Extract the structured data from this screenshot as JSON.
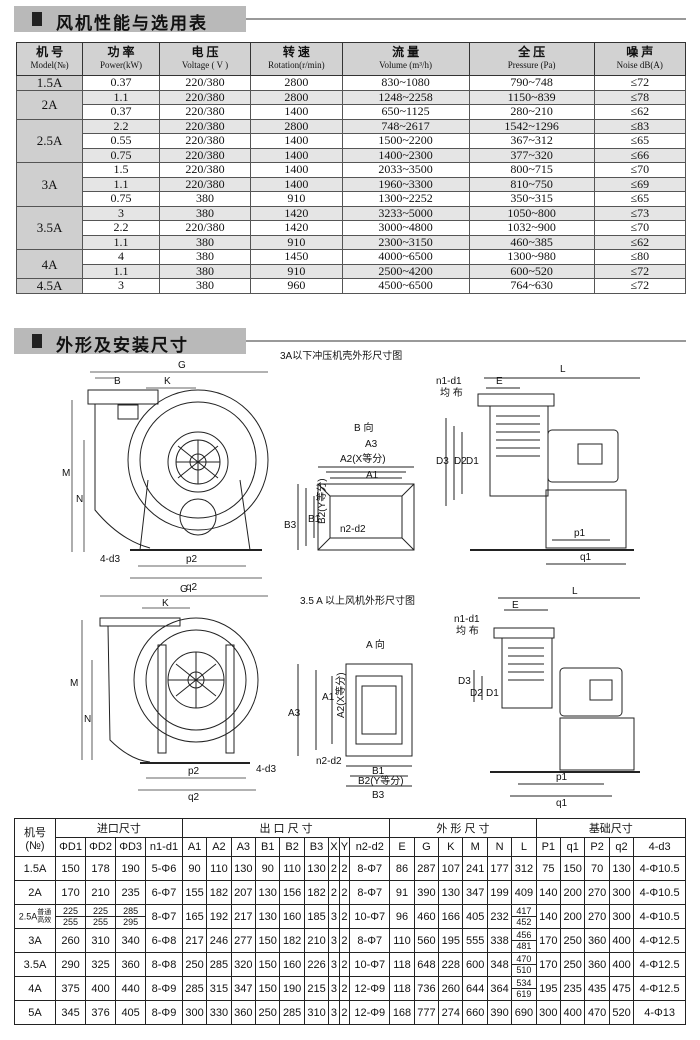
{
  "section1_title": "风机性能与选用表",
  "section2_title": "外形及安装尺寸",
  "perf_headers": [
    {
      "cn": "机 号",
      "en": "Model(№)"
    },
    {
      "cn": "功 率",
      "en": "Power(kW)"
    },
    {
      "cn": "电 压",
      "en": "Voltage ( V )"
    },
    {
      "cn": "转 速",
      "en": "Rotation(r/min)"
    },
    {
      "cn": "流 量",
      "en": "Volume (m³/h)"
    },
    {
      "cn": "全 压",
      "en": "Pressure (Pa)"
    },
    {
      "cn": "噪 声",
      "en": "Noise dB(A)"
    }
  ],
  "perf_groups": [
    {
      "model": "1.5A",
      "rows": [
        [
          "0.37",
          "220/380",
          "2800",
          "830~1080",
          "790~748",
          "≤72"
        ]
      ]
    },
    {
      "model": "2A",
      "rows": [
        [
          "1.1",
          "220/380",
          "2800",
          "1248~2258",
          "1150~839",
          "≤78"
        ],
        [
          "0.37",
          "220/380",
          "1400",
          "650~1125",
          "280~210",
          "≤62"
        ]
      ]
    },
    {
      "model": "2.5A",
      "rows": [
        [
          "2.2",
          "220/380",
          "2800",
          "748~2617",
          "1542~1296",
          "≤83"
        ],
        [
          "0.55",
          "220/380",
          "1400",
          "1500~2200",
          "367~312",
          "≤65"
        ],
        [
          "0.75",
          "220/380",
          "1400",
          "1400~2300",
          "377~320",
          "≤66"
        ]
      ]
    },
    {
      "model": "3A",
      "rows": [
        [
          "1.5",
          "220/380",
          "1400",
          "2033~3500",
          "800~715",
          "≤70"
        ],
        [
          "1.1",
          "220/380",
          "1400",
          "1960~3300",
          "810~750",
          "≤69"
        ],
        [
          "0.75",
          "380",
          "910",
          "1300~2252",
          "350~315",
          "≤65"
        ]
      ]
    },
    {
      "model": "3.5A",
      "rows": [
        [
          "3",
          "380",
          "1420",
          "3233~5000",
          "1050~800",
          "≤73"
        ],
        [
          "2.2",
          "220/380",
          "1420",
          "3000~4800",
          "1032~900",
          "≤70"
        ],
        [
          "1.1",
          "380",
          "910",
          "2300~3150",
          "460~385",
          "≤62"
        ]
      ]
    },
    {
      "model": "4A",
      "rows": [
        [
          "4",
          "380",
          "1450",
          "4000~6500",
          "1300~980",
          "≤80"
        ],
        [
          "1.1",
          "380",
          "910",
          "2500~4200",
          "600~520",
          "≤72"
        ]
      ]
    },
    {
      "model": "4.5A",
      "rows": [
        [
          "3",
          "380",
          "960",
          "4500~6500",
          "764~630",
          "≤72"
        ]
      ]
    }
  ],
  "drawing_labels": {
    "caption_top": "3A以下冲压机壳外形尺寸图",
    "caption_bottom": "3.5 A 以上风机外形尺寸图",
    "view_b": "B 向",
    "view_a": "A 向",
    "equal_b2": "B2(Y等分)",
    "equal_a2": "A2(X等分)",
    "equal_a2_top": "A2(X等分)",
    "equal_b2_bot": "B2(Y等分)",
    "n1d1": "n1-d1",
    "junbu": "均 布",
    "n2d2": "n2-d2",
    "four_d3": "4-d3",
    "G": "G",
    "K": "K",
    "B": "B",
    "M": "M",
    "N": "N",
    "p2": "p2",
    "q2": "q2",
    "L": "L",
    "E": "E",
    "D3": "D3",
    "D2": "D2",
    "D1": "D1",
    "p1": "p1",
    "q1": "q1",
    "A1": "A1",
    "A2": "A2",
    "A3": "A3",
    "B1": "B1",
    "B2": "B2",
    "B3": "B3"
  },
  "dims_header_groups": {
    "model_cn": "机号",
    "model_no": "(№)",
    "inlet": "进口尺寸",
    "outlet": "出 口 尺 寸",
    "outline": "外 形 尺 寸",
    "base": "基础尺寸"
  },
  "dims_cols": [
    "ΦD1",
    "ΦD2",
    "ΦD3",
    "n1-d1",
    "A1",
    "A2",
    "A3",
    "B1",
    "B2",
    "B3",
    "X",
    "Y",
    "n2-d2",
    "E",
    "G",
    "K",
    "M",
    "N",
    "L",
    "P1",
    "q1",
    "P2",
    "q2",
    "4-d3"
  ],
  "dims_rows": [
    {
      "model": "1.5A",
      "cells": [
        "150",
        "178",
        "190",
        "5-Φ6",
        "90",
        "110",
        "130",
        "90",
        "110",
        "130",
        "2",
        "2",
        "8-Φ7",
        "86",
        "287",
        "107",
        "241",
        "177",
        "312",
        "75",
        "150",
        "70",
        "130",
        "4-Φ10.5"
      ]
    },
    {
      "model": "2A",
      "cells": [
        "170",
        "210",
        "235",
        "6-Φ7",
        "155",
        "182",
        "207",
        "130",
        "156",
        "182",
        "2",
        "2",
        "8-Φ7",
        "91",
        "390",
        "130",
        "347",
        "199",
        "409",
        "140",
        "200",
        "270",
        "300",
        "4-Φ10.5"
      ]
    },
    {
      "model": "2.5A",
      "model_sub": [
        "普通",
        "高效"
      ],
      "cells": [
        [
          "225",
          "255"
        ],
        [
          "225",
          "255"
        ],
        [
          "285",
          "295"
        ],
        "8-Φ7",
        "165",
        "192",
        "217",
        "130",
        "160",
        "185",
        "3",
        "2",
        "10-Φ7",
        "96",
        "460",
        "166",
        "405",
        "232",
        [
          "417",
          "452"
        ],
        "140",
        "200",
        "270",
        "300",
        "4-Φ10.5"
      ]
    },
    {
      "model": "3A",
      "cells": [
        "260",
        "310",
        "340",
        "6-Φ8",
        "217",
        "246",
        "277",
        "150",
        "182",
        "210",
        "3",
        "2",
        "8-Φ7",
        "110",
        "560",
        "195",
        "555",
        "338",
        [
          "456",
          "481"
        ],
        "170",
        "250",
        "360",
        "400",
        "4-Φ12.5"
      ]
    },
    {
      "model": "3.5A",
      "cells": [
        "290",
        "325",
        "360",
        "8-Φ8",
        "250",
        "285",
        "320",
        "150",
        "160",
        "226",
        "3",
        "2",
        "10-Φ7",
        "118",
        "648",
        "228",
        "600",
        "348",
        [
          "470",
          "510"
        ],
        "170",
        "250",
        "360",
        "400",
        "4-Φ12.5"
      ]
    },
    {
      "model": "4A",
      "cells": [
        "375",
        "400",
        "440",
        "8-Φ9",
        "285",
        "315",
        "347",
        "150",
        "190",
        "215",
        "3",
        "2",
        "12-Φ9",
        "118",
        "736",
        "260",
        "644",
        "364",
        [
          "534",
          "619"
        ],
        "195",
        "235",
        "435",
        "475",
        "4-Φ12.5"
      ]
    },
    {
      "model": "5A",
      "cells": [
        "345",
        "376",
        "405",
        "8-Φ9",
        "300",
        "330",
        "360",
        "250",
        "285",
        "310",
        "3",
        "2",
        "12-Φ9",
        "168",
        "777",
        "274",
        "660",
        "390",
        "690",
        "300",
        "400",
        "470",
        "520",
        "4-Φ13"
      ]
    }
  ]
}
